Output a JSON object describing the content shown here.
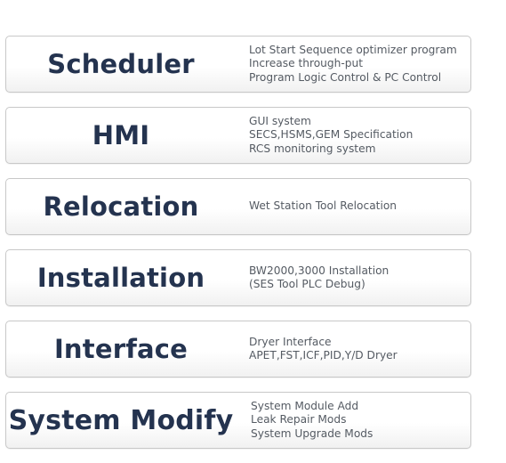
{
  "services": [
    {
      "title": "Scheduler",
      "lines": [
        "Lot Start Sequence optimizer program",
        "Increase through-put",
        "Program Logic Control & PC Control"
      ]
    },
    {
      "title": "HMI",
      "lines": [
        "GUI system",
        "SECS,HSMS,GEM Specification",
        "RCS monitoring system"
      ]
    },
    {
      "title": "Relocation",
      "lines": [
        "Wet Station Tool Relocation"
      ]
    },
    {
      "title": "Installation",
      "lines": [
        "BW2000,3000 Installation",
        "(SES Tool PLC Debug)"
      ]
    },
    {
      "title": "Interface",
      "lines": [
        "Dryer Interface",
        "APET,FST,ICF,PID,Y/D Dryer"
      ]
    },
    {
      "title": "System Modify",
      "lines": [
        "System Module Add",
        "Leak Repair Mods",
        "System Upgrade Mods"
      ]
    }
  ]
}
